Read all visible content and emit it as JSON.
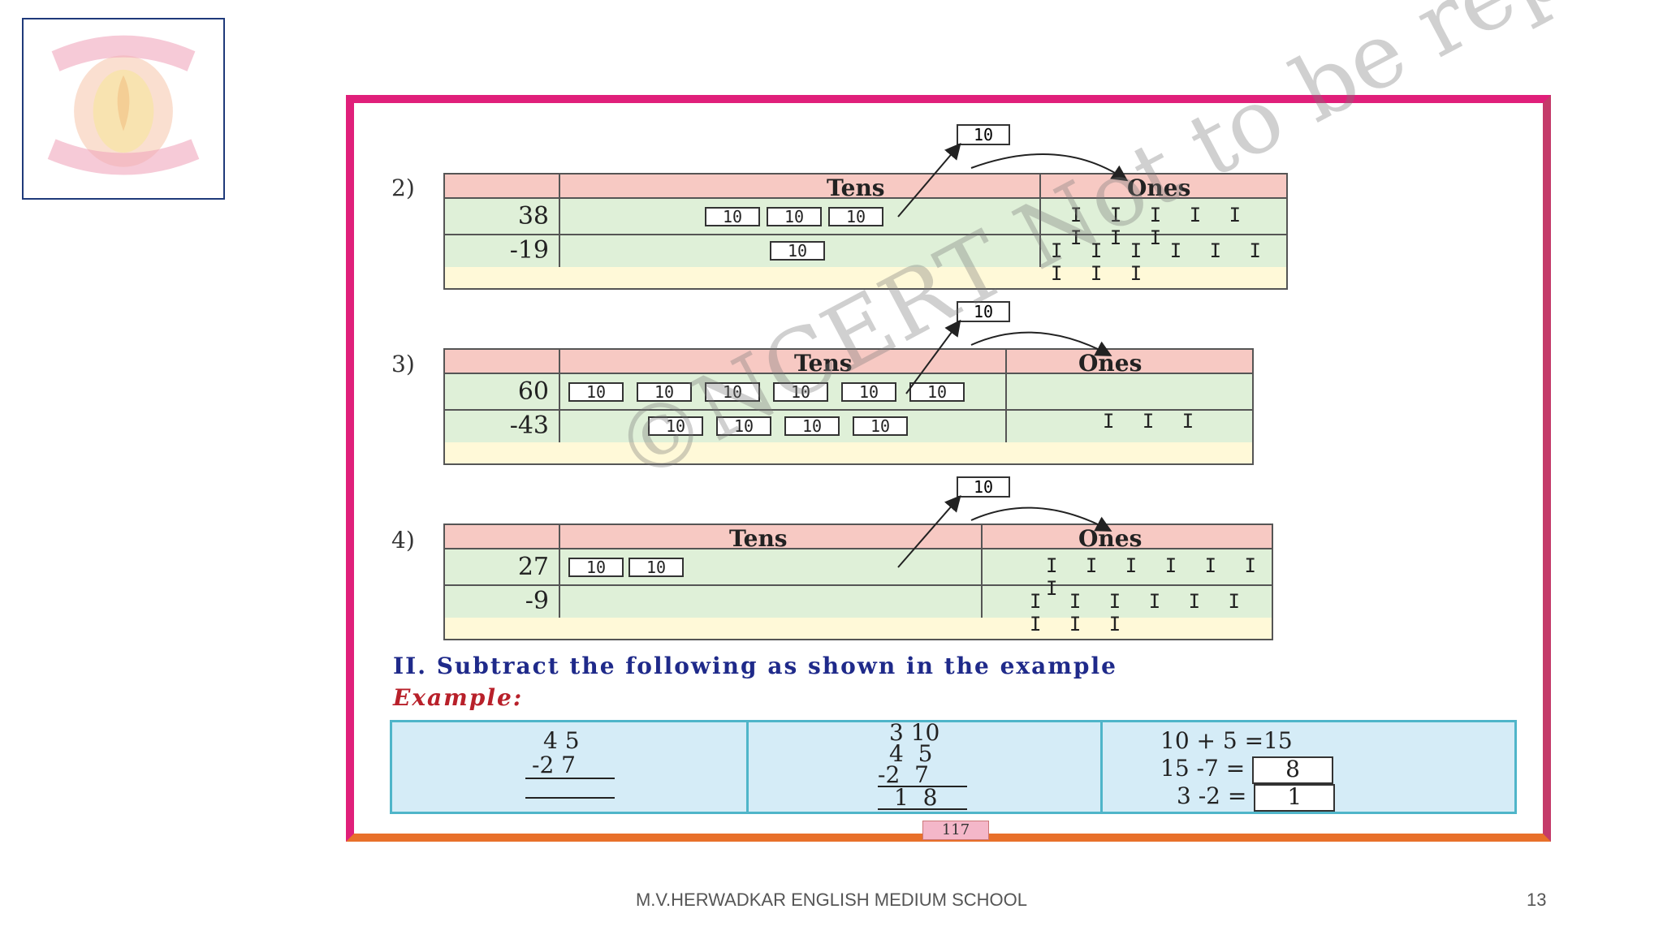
{
  "problems": [
    {
      "label": "2)",
      "header_tens": "Tens",
      "header_ones": "Ones",
      "minuend": "38",
      "subtrahend": "-19",
      "carry": "10",
      "minuend_tens": [
        "10",
        "10",
        "10"
      ],
      "minuend_ones": "I I I I I I I I",
      "subtrahend_tens": [
        "10"
      ],
      "subtrahend_ones": "I I I I I I I I I"
    },
    {
      "label": "3)",
      "header_tens": "Tens",
      "header_ones": "Ones",
      "minuend": "60",
      "subtrahend": "-43",
      "carry": "10",
      "minuend_tens": [
        "10",
        "10",
        "10",
        "10",
        "10",
        "10"
      ],
      "minuend_ones": "",
      "subtrahend_tens": [
        "10",
        "10",
        "10",
        "10"
      ],
      "subtrahend_ones": "I I I"
    },
    {
      "label": "4)",
      "header_tens": "Tens",
      "header_ones": "Ones",
      "minuend": "27",
      "subtrahend": "-9",
      "carry": "10",
      "minuend_tens": [
        "10",
        "10"
      ],
      "minuend_ones": "I I I I I I I",
      "subtrahend_tens": [],
      "subtrahend_ones": "I I I I I I I I I"
    }
  ],
  "section_heading": "II. Subtract the following  as shown in the example",
  "example_label": "Example:",
  "example": {
    "col1": {
      "top": "4 5",
      "bottom": "-2 7"
    },
    "col2": {
      "carry": "3 10",
      "top": "4  5",
      "bottom": "-2  7",
      "result": "1  8"
    },
    "col3": {
      "line1": "10 + 5 =15",
      "line2": "15 -7 =",
      "answer2": "8",
      "line3": "3 -2 =",
      "answer3": "1"
    }
  },
  "page_number": "117",
  "watermark": "©NCERT Not to be republished",
  "footer_text": "M.V.HERWADKAR ENGLISH MEDIUM SCHOOL",
  "slide_number": "13"
}
